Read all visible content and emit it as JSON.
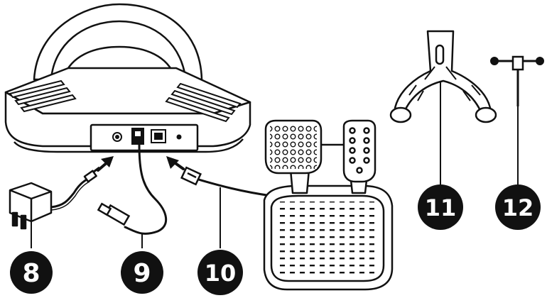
{
  "callouts": {
    "power_adapter": "8",
    "usb_cable": "9",
    "pedal_cable": "10",
    "table_clamp": "11",
    "clamp_screw": "12"
  },
  "colors": {
    "line": "#111111",
    "fill": "#ffffff",
    "badge": "#111111",
    "badge_text": "#ffffff"
  },
  "icons": {
    "wheel": "steering-wheel-base-illustration",
    "pedals": "pedal-set-illustration",
    "adapter": "power-adapter-illustration",
    "usb": "usb-plug-illustration",
    "rj": "rj-plug-illustration",
    "clamp": "table-clamp-illustration",
    "screw": "clamp-screw-illustration"
  }
}
